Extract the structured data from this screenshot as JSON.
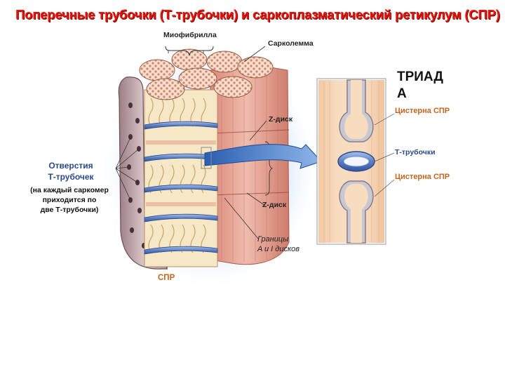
{
  "title": "Поперечные трубочки (Т-трубочки) и саркоплазматический ретикулум (СПР)",
  "labels": {
    "myofibril": "Миофибрилла",
    "sarcolemma": "Сарколемма",
    "z_disc_top": "Z-диск",
    "z_disc_bottom": "Z-диск",
    "holes_line1": "Отверстия",
    "holes_line2": "Т-трубочек",
    "note_line1": "(на каждый саркомер",
    "note_line2": "приходится  по",
    "note_line3": "две Т-трубочки)",
    "borders_line1": "Границы",
    "borders_line2": "A и I дисков",
    "spr": "СПР",
    "triad_line1": "ТРИАД",
    "triad_line2": "А",
    "cistern_top": "Цистерна СПР",
    "t_tubules": "Т-трубочки",
    "cistern_bottom": "Цистерна СПР"
  },
  "colors": {
    "title": "#e8140c",
    "blue_label": "#2a4a8a",
    "orange_label": "#c5641c",
    "muscle_pink": "#e7a89a",
    "sr_cream": "#f6e7c6",
    "t_tubule_blue": "#5f82c8",
    "sarcolemma": "#b79aa0"
  }
}
